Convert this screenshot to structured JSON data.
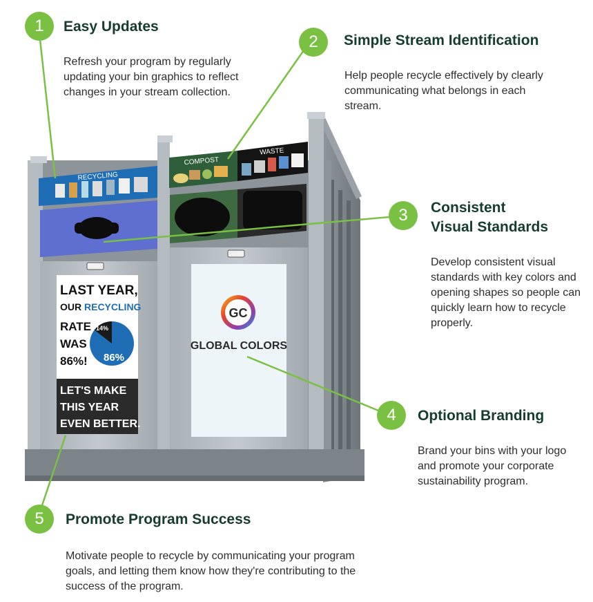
{
  "callouts": [
    {
      "number": "1",
      "title": "Easy Updates",
      "text": "Refresh your program by regularly updating your bin graphics to reflect changes in your stream collection."
    },
    {
      "number": "2",
      "title": "Simple Stream Identification",
      "text": "Help people recycle effectively by clearly communicating what belongs in each stream."
    },
    {
      "number": "3",
      "title_line1": "Consistent",
      "title_line2": "Visual Standards",
      "text": "Develop consistent visual standards with key colors and opening shapes so people can quickly learn how to recycle properly."
    },
    {
      "number": "4",
      "title": "Optional Branding",
      "text": "Brand your bins with your logo and promote your corporate sustainability program."
    },
    {
      "number": "5",
      "title": "Promote Program Success",
      "text": "Motivate people to recycle by communicating your program goals, and letting them know how they're contributing to the success of the program."
    }
  ],
  "bin": {
    "labels": {
      "recycling": "RECYCLING",
      "compost": "COMPOST",
      "waste": "WASTE"
    },
    "poster": {
      "line1": "LAST YEAR,",
      "line2a": "OUR ",
      "line2b": "RECYCLING",
      "line3": "RATE",
      "line4": "WAS",
      "line5": "86%!",
      "pie_small_label": "14%",
      "pie_big_label": "86%",
      "bottom1": "LET'S MAKE",
      "bottom2": "THIS YEAR",
      "bottom3": "EVEN BETTER."
    },
    "brand": {
      "monogram": "GC",
      "name": "GLOBAL COLORS"
    }
  },
  "colors": {
    "accent_green": "#79c043",
    "heading": "#163c30",
    "recycling_blue": "#1f6db5",
    "compost_green": "#2f5f3a",
    "waste_black": "#141414"
  }
}
